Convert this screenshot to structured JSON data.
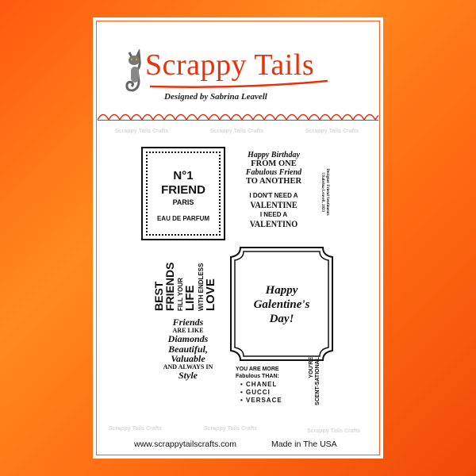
{
  "brand": {
    "name": "Scrappy Tails",
    "designer": "Designed by Sabrina Leavell",
    "watermark": "Scrappy Tails Crafts",
    "accent": "#e8320a",
    "icon": "cat-logo-icon"
  },
  "stamps": {
    "perfume": {
      "line1": "N°1",
      "line2": "FRIEND",
      "line3": "PARIS",
      "line4": "EAU DE PARFUM"
    },
    "birthday": {
      "line1": "Happy Birthday",
      "line2": "FROM ONE",
      "line3": "Fabulous Friend",
      "line4": "TO ANOTHER",
      "line5": "I DON'T NEED A",
      "line6": "VALENTINE",
      "line7": "I NEED A",
      "line8": "VALENTINO"
    },
    "copyright": {
      "line1": "Designer Friend Sentiments",
      "line2": "©Sabrina Leavell, 2023"
    },
    "best_friends": {
      "line1": "BEST",
      "line2": "FRIENDS",
      "line3": "FILL YOUR",
      "line4": "LIFE",
      "line5": "WITH ENDLESS",
      "line6": "LOVE"
    },
    "galentine": {
      "line1": "Happy",
      "line2": "Galentine's",
      "line3": "Day!"
    },
    "diamonds": {
      "line1": "Friends",
      "line2": "ARE LIKE",
      "line3": "Diamonds",
      "line4": "Beautiful,",
      "line5": "Valuable",
      "line6": "AND ALWAYS IN",
      "line7": "Style"
    },
    "fabulous": {
      "line1": "YOU ARE MORE",
      "line2": "Fabulous THAN:",
      "items": [
        "• CHANEL",
        "• GUCCI",
        "• VERSACE"
      ]
    },
    "scent": {
      "line1": "YOU'RE",
      "line2": "SCENT-SATIONAL"
    }
  },
  "footer": {
    "url": "www.scrappytailscrafts.com",
    "made_in": "Made in The USA"
  }
}
